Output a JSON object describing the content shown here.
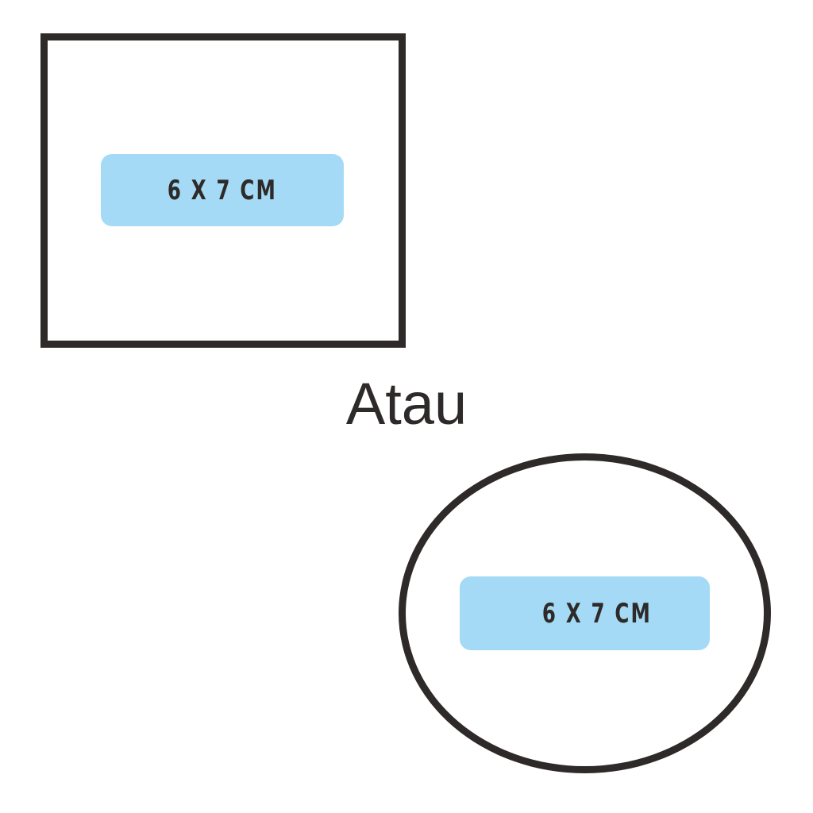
{
  "options": [
    {
      "shape": "square",
      "size_text": "6 X 7 CM"
    },
    {
      "shape": "oval",
      "size_text": "6 X 7 CM"
    }
  ],
  "separator_text": "Atau",
  "colors": {
    "outline": "#2e2a29",
    "label_background": "#a4daf5",
    "text": "#2e2a29",
    "background": "#ffffff"
  }
}
